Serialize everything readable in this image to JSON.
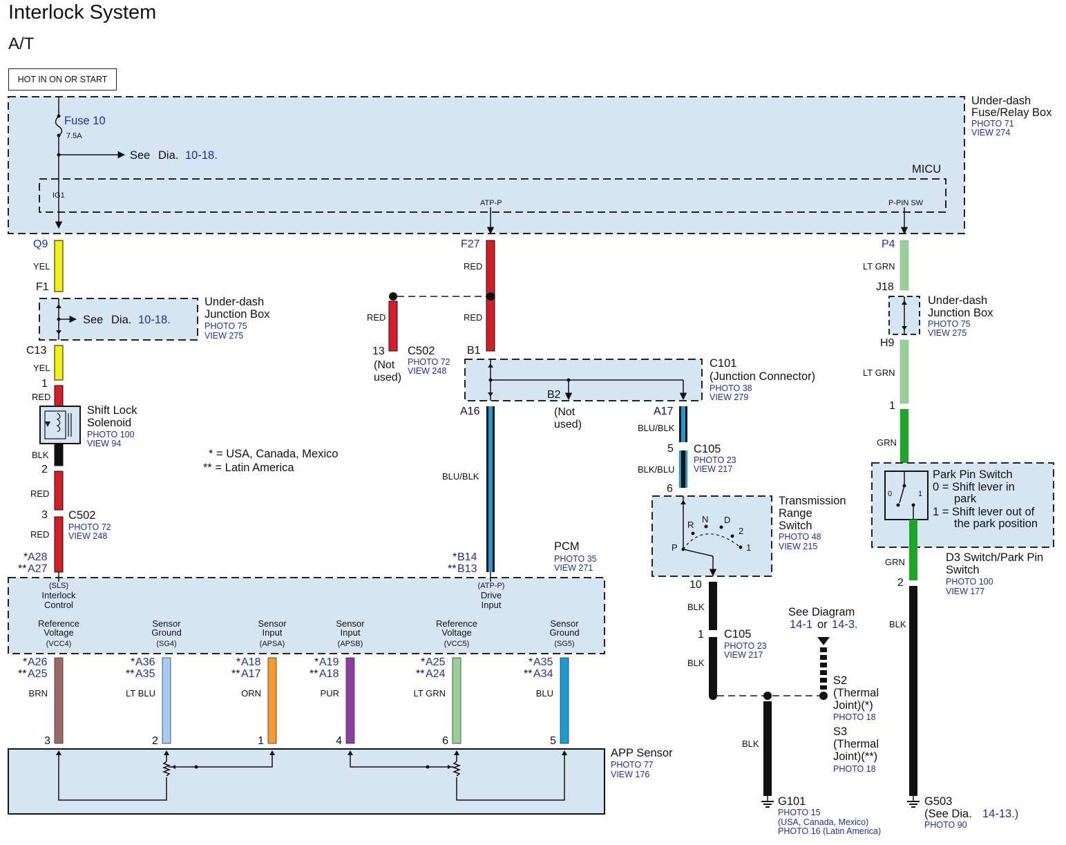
{
  "title": "Interlock System",
  "subtitle": "A/T",
  "hot_label": "HOT IN ON OR START",
  "fuse_box": {
    "name1": "Under-dash",
    "name2": "Fuse/Relay Box",
    "photo": "PHOTO 71",
    "view": "VIEW 274",
    "fuse": "Fuse 10",
    "rating": "7.5A",
    "see_text": "See",
    "see_dia": "Dia.",
    "see_ref": "10-18."
  },
  "micu": {
    "name": "MICU",
    "ig1": "IG1",
    "atp": "ATP-P",
    "ppin": "P-PIN SW"
  },
  "col1": {
    "q9": "Q9",
    "yel1": "YEL",
    "f1": "F1",
    "see_text": "See",
    "see_dia": "Dia.",
    "see_ref": "10-18.",
    "jb_name1": "Under-dash",
    "jb_name2": "Junction Box",
    "jb_photo": "PHOTO 75",
    "jb_view": "VIEW 275",
    "c13": "C13",
    "yel2": "YEL",
    "pin1": "1",
    "red1": "RED",
    "sol_name1": "Shift Lock",
    "sol_name2": "Solenoid",
    "sol_photo": "PHOTO 100",
    "sol_view": "VIEW 94",
    "blk": "BLK",
    "pin2": "2",
    "red2": "RED",
    "pin3": "3",
    "c502": "C502",
    "c502_photo": "PHOTO 72",
    "c502_view": "VIEW 248",
    "red3": "RED",
    "star1": "*",
    "a28": "A28",
    "star2": "**",
    "a27": "A27"
  },
  "legend": {
    "line1": "* = USA, Canada, Mexico",
    "line2": "** = Latin America"
  },
  "col2": {
    "f27": "F27",
    "red1": "RED",
    "red_branch": "RED",
    "red2": "RED",
    "pin13": "13",
    "not1": "(Not",
    "used1": "used)",
    "c502": "C502",
    "c502_photo": "PHOTO 72",
    "c502_view": "VIEW 248",
    "b1": "B1",
    "c101_name1": "C101",
    "c101_name2": "(Junction Connector)",
    "c101_photo": "PHOTO 38",
    "c101_view": "VIEW 279",
    "a16": "A16",
    "b2": "B2",
    "not2": "(Not",
    "used2": "used)",
    "a17": "A17",
    "blublk1": "BLU/BLK",
    "blublk2": "BLU/BLK",
    "star1": "*",
    "b14": "B14",
    "star2": "**",
    "b13": "B13",
    "pin5": "5",
    "c105": "C105",
    "c105_photo": "PHOTO 23",
    "c105_view": "VIEW 217",
    "blkblu": "BLK/BLU",
    "pin6": "6"
  },
  "trs": {
    "name1": "Transmission",
    "name2": "Range",
    "name3": "Switch",
    "photo": "PHOTO 48",
    "view": "VIEW 215",
    "p": "P",
    "r": "R",
    "n": "N",
    "d": "D",
    "two": "2",
    "one": "1"
  },
  "ground_path": {
    "pin10": "10",
    "blk1": "BLK",
    "pin1": "1",
    "c105": "C105",
    "c105_photo": "PHOTO 23",
    "c105_view": "VIEW 217",
    "blk2": "BLK",
    "blk3": "BLK",
    "g101": "G101",
    "g101_photo1": "PHOTO 15",
    "g101_note1": "(USA, Canada, Mexico)",
    "g101_photo2": "PHOTO 16 (Latin America)",
    "see_diag": "See Diagram",
    "ref1": "14-1",
    "or": "or",
    "ref2": "14-3.",
    "s2": "S2",
    "s2_l2": "(Thermal",
    "s2_l3": "Joint)(*)",
    "s2_photo": "PHOTO 18",
    "s3": "S3",
    "s3_l2": "(Thermal",
    "s3_l3": "Joint)(**)",
    "s3_photo": "PHOTO 18"
  },
  "col3": {
    "p4": "P4",
    "ltgrn1": "LT GRN",
    "j18": "J18",
    "jb_name1": "Under-dash",
    "jb_name2": "Junction Box",
    "jb_photo": "PHOTO 75",
    "jb_view": "VIEW 275",
    "h9": "H9",
    "ltgrn2": "LT GRN",
    "pin1": "1",
    "grn1": "GRN",
    "pps_name": "Park Pin Switch",
    "pps_l1": "0 = Shift lever in",
    "pps_l2": "park",
    "pps_l3": "1 = Shift lever out of",
    "pps_l4": "the park position",
    "sw0": "0",
    "sw1": "1",
    "grn2": "GRN",
    "d3_name1": "D3 Switch/Park Pin",
    "d3_name2": "Switch",
    "d3_photo": "PHOTO 100",
    "d3_view": "VIEW 177",
    "pin2": "2",
    "blk": "BLK",
    "g503": "G503",
    "g503_see": "(See Dia.",
    "g503_ref": "14-13.)",
    "g503_close": "",
    "g503_photo": "PHOTO 90"
  },
  "pcm": {
    "name": "PCM",
    "photo": "PHOTO 35",
    "view": "VIEW 271",
    "sls1": "(SLS)",
    "sls2": "Interlock",
    "sls3": "Control",
    "atp1": "(ATP-P)",
    "atp2": "Drive",
    "atp3": "Input",
    "sig": [
      {
        "l1": "Reference",
        "l2": "Voltage",
        "l3": "(VCC4)",
        "s1": "*",
        "a": "A26",
        "s2": "**",
        "b": "A25",
        "wire": "BRN",
        "pin": "3",
        "color": "#9a6a62"
      },
      {
        "l1": "Sensor",
        "l2": "Ground",
        "l3": "(SG4)",
        "s1": "*",
        "a": "A36",
        "s2": "**",
        "b": "A35",
        "wire": "LT BLU",
        "pin": "2",
        "color": "#a6cbf0"
      },
      {
        "l1": "Sensor",
        "l2": "Input",
        "l3": "(APSA)",
        "s1": "*",
        "a": "A18",
        "s2": "**",
        "b": "A17",
        "wire": "ORN",
        "pin": "1",
        "color": "#f7992e"
      },
      {
        "l1": "Sensor",
        "l2": "Input",
        "l3": "(APSB)",
        "s1": "*",
        "a": "A19",
        "s2": "**",
        "b": "A18",
        "wire": "PUR",
        "pin": "4",
        "color": "#8e3ea1"
      },
      {
        "l1": "Reference",
        "l2": "Voltage",
        "l3": "(VCC5)",
        "s1": "*",
        "a": "A25",
        "s2": "**",
        "b": "A24",
        "wire": "LT GRN",
        "pin": "6",
        "color": "#97cf94"
      },
      {
        "l1": "Sensor",
        "l2": "Ground",
        "l3": "(SG5)",
        "s1": "*",
        "a": "A35",
        "s2": "**",
        "b": "A34",
        "wire": "BLU",
        "pin": "5",
        "color": "#1b9ad6"
      }
    ]
  },
  "app": {
    "name": "APP Sensor",
    "photo": "PHOTO 77",
    "view": "VIEW 176"
  },
  "colors": {
    "yel": "#f5ee12",
    "red": "#d31f27",
    "blk": "#111111",
    "ltgrn": "#97cf94",
    "grn": "#1ba62a",
    "box_fill": "#d6e5f2",
    "blue_text": "#1f2ea8"
  }
}
